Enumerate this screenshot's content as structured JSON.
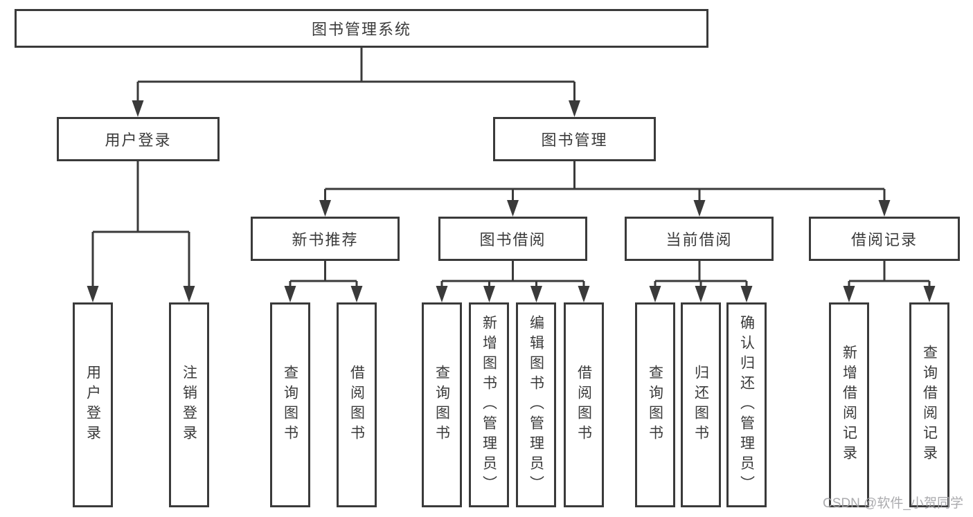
{
  "nodes": {
    "root": {
      "label": "图书管理系统"
    },
    "level2": {
      "user_login": {
        "label": "用户登录"
      },
      "book_management": {
        "label": "图书管理"
      }
    },
    "level3": {
      "new_book_recommend": {
        "label": "新书推荐"
      },
      "book_borrow": {
        "label": "图书借阅"
      },
      "current_borrow": {
        "label": "当前借阅"
      },
      "borrow_records": {
        "label": "借阅记录"
      }
    },
    "leaves": {
      "user_login": [
        "用户登录",
        "注销登录"
      ],
      "new_book_recommend": [
        "查询图书",
        "借阅图书"
      ],
      "book_borrow": [
        "查询图书",
        "新增图书（管理员）",
        "编辑图书（管理员）",
        "借阅图书"
      ],
      "current_borrow": [
        "查询图书",
        "归还图书",
        "确认归还（管理员）"
      ],
      "borrow_records": [
        "新增借阅记录",
        "查询借阅记录"
      ]
    }
  },
  "watermark": "CSDN @软件_小贺同学",
  "colors": {
    "line": "#3a3a3a",
    "text": "#3a3a3a",
    "box_background": "#ffffff",
    "page_background": "#ffffff",
    "watermark": "#a3a3a6"
  }
}
